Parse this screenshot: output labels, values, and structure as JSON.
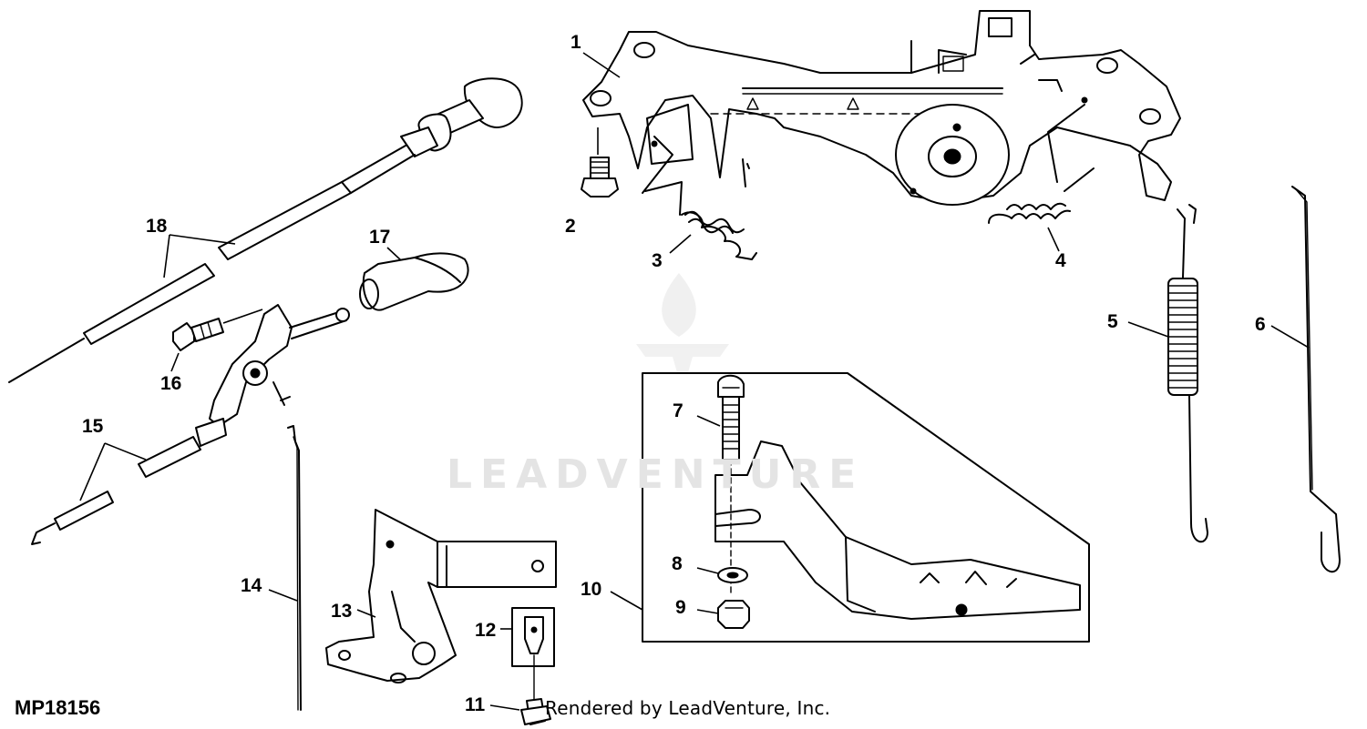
{
  "figure": {
    "id_label": "MP18156",
    "render_credit": "Rendered by LeadVenture, Inc.",
    "watermark": "LEADVENTURE"
  },
  "callouts": [
    {
      "num": "1"
    },
    {
      "num": "2"
    },
    {
      "num": "3"
    },
    {
      "num": "4"
    },
    {
      "num": "5"
    },
    {
      "num": "6"
    },
    {
      "num": "7"
    },
    {
      "num": "8"
    },
    {
      "num": "9"
    },
    {
      "num": "10"
    },
    {
      "num": "11"
    },
    {
      "num": "12"
    },
    {
      "num": "13"
    },
    {
      "num": "14"
    },
    {
      "num": "15"
    },
    {
      "num": "16"
    },
    {
      "num": "17"
    },
    {
      "num": "18"
    }
  ]
}
